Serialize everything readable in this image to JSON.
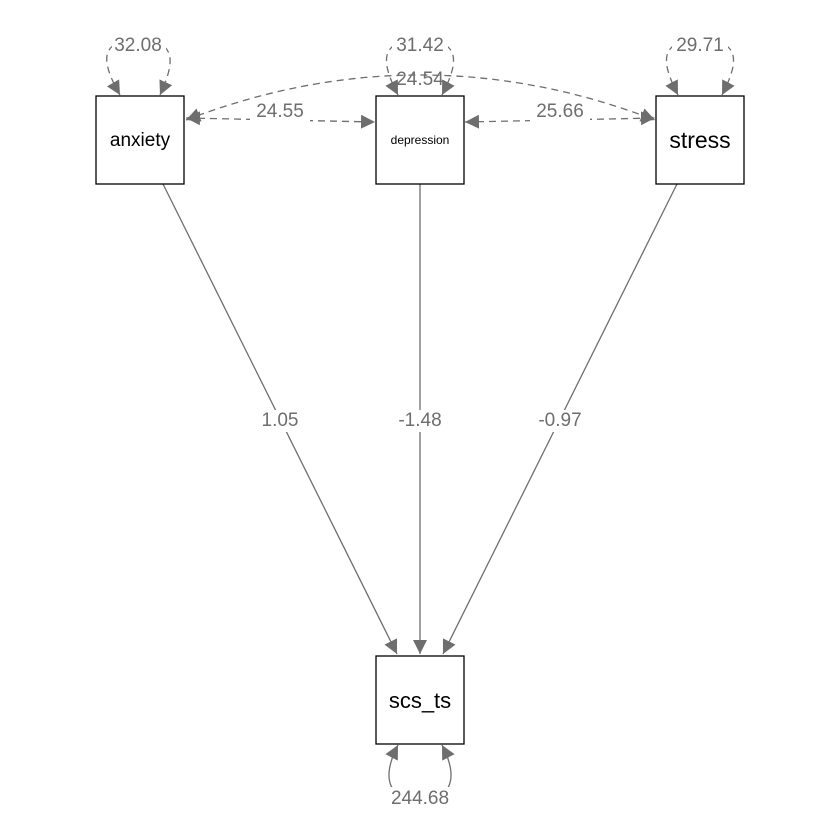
{
  "nodes": {
    "anxiety": "anxiety",
    "depression": "depression",
    "stress": "stress",
    "scs_ts": "scs_ts"
  },
  "regressions": {
    "anxiety_scs_ts": "1.05",
    "depression_scs_ts": "-1.48",
    "stress_scs_ts": "-0.97"
  },
  "covariances": {
    "anxiety_depression": "24.55",
    "depression_stress": "25.66",
    "anxiety_stress": "24.54"
  },
  "variances": {
    "anxiety": "32.08",
    "depression": "31.42",
    "stress": "29.71",
    "scs_ts": "244.68"
  },
  "colors": {
    "edge": "#6e6e6e",
    "node_border": "#000000"
  }
}
